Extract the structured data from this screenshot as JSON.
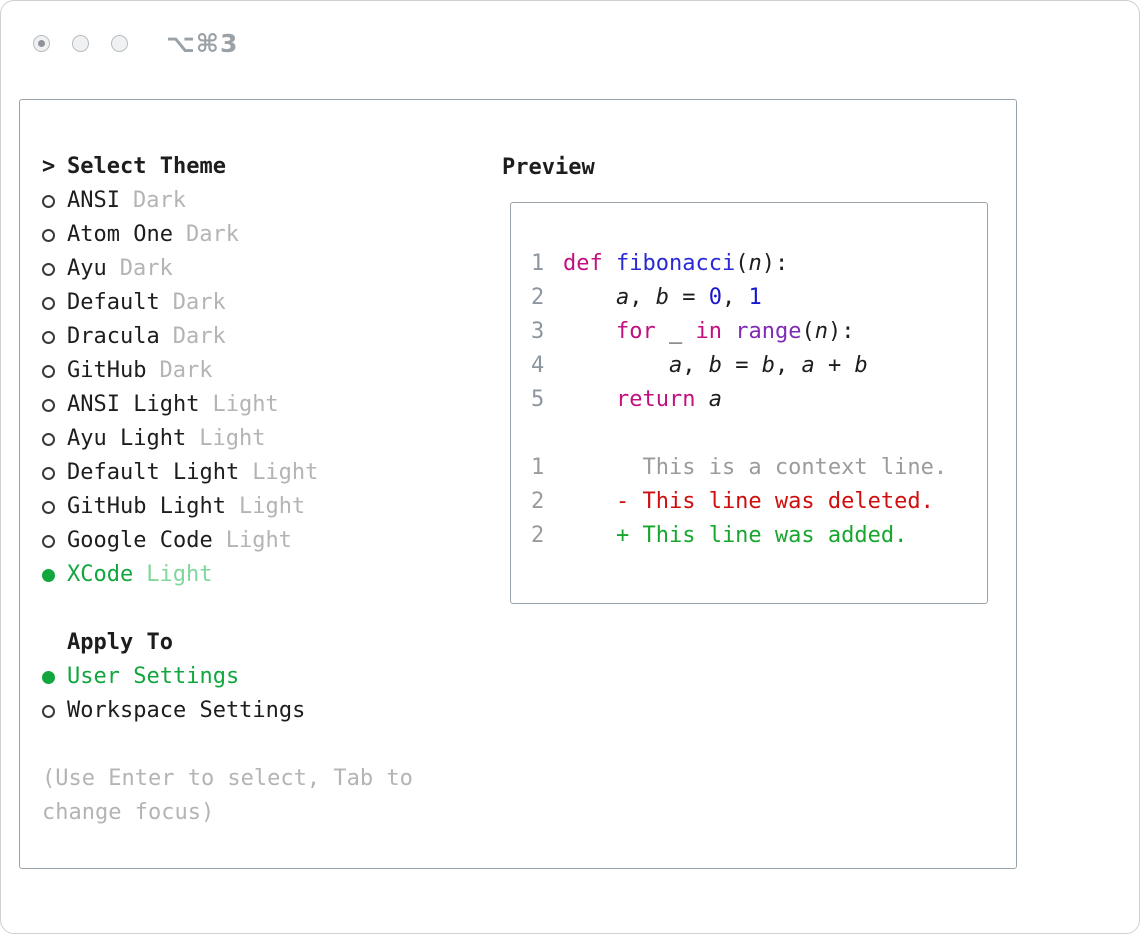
{
  "window": {
    "shortcut": "⌥⌘3"
  },
  "selector": {
    "cursor": ">",
    "title": "Select Theme",
    "themes": [
      {
        "name": "ANSI",
        "variant": "Dark",
        "selected": false
      },
      {
        "name": "Atom One",
        "variant": "Dark",
        "selected": false
      },
      {
        "name": "Ayu",
        "variant": "Dark",
        "selected": false
      },
      {
        "name": "Default",
        "variant": "Dark",
        "selected": false
      },
      {
        "name": "Dracula",
        "variant": "Dark",
        "selected": false
      },
      {
        "name": "GitHub",
        "variant": "Dark",
        "selected": false
      },
      {
        "name": "ANSI Light",
        "variant": "Light",
        "selected": false
      },
      {
        "name": "Ayu Light",
        "variant": "Light",
        "selected": false
      },
      {
        "name": "Default Light",
        "variant": "Light",
        "selected": false
      },
      {
        "name": "GitHub Light",
        "variant": "Light",
        "selected": false
      },
      {
        "name": "Google Code",
        "variant": "Light",
        "selected": false
      },
      {
        "name": "XCode",
        "variant": "Light",
        "selected": true
      }
    ],
    "apply_to_title": "Apply To",
    "apply_options": [
      {
        "label": "User Settings",
        "selected": true
      },
      {
        "label": "Workspace Settings",
        "selected": false
      }
    ],
    "help_lines": [
      "(Use Enter to select, Tab to",
      "change focus)"
    ]
  },
  "preview": {
    "title": "Preview",
    "code_lines": [
      {
        "no": "1",
        "tokens": [
          {
            "t": "def",
            "c": "kw"
          },
          {
            "t": " ",
            "c": "pl"
          },
          {
            "t": "fibonacci",
            "c": "fn"
          },
          {
            "t": "(",
            "c": "pl"
          },
          {
            "t": "n",
            "c": "var"
          },
          {
            "t": "):",
            "c": "pl"
          }
        ]
      },
      {
        "no": "2",
        "tokens": [
          {
            "t": "    ",
            "c": "pl"
          },
          {
            "t": "a",
            "c": "var"
          },
          {
            "t": ", ",
            "c": "pl"
          },
          {
            "t": "b",
            "c": "var"
          },
          {
            "t": " = ",
            "c": "pl"
          },
          {
            "t": "0",
            "c": "num"
          },
          {
            "t": ", ",
            "c": "pl"
          },
          {
            "t": "1",
            "c": "num"
          }
        ]
      },
      {
        "no": "3",
        "tokens": [
          {
            "t": "    ",
            "c": "pl"
          },
          {
            "t": "for",
            "c": "kw"
          },
          {
            "t": " _ ",
            "c": "pl"
          },
          {
            "t": "in",
            "c": "kw"
          },
          {
            "t": " ",
            "c": "pl"
          },
          {
            "t": "range",
            "c": "type"
          },
          {
            "t": "(",
            "c": "pl"
          },
          {
            "t": "n",
            "c": "var"
          },
          {
            "t": "):",
            "c": "pl"
          }
        ]
      },
      {
        "no": "4",
        "tokens": [
          {
            "t": "        ",
            "c": "pl"
          },
          {
            "t": "a",
            "c": "var"
          },
          {
            "t": ", ",
            "c": "pl"
          },
          {
            "t": "b",
            "c": "var"
          },
          {
            "t": " = ",
            "c": "pl"
          },
          {
            "t": "b",
            "c": "var"
          },
          {
            "t": ", ",
            "c": "pl"
          },
          {
            "t": "a",
            "c": "var"
          },
          {
            "t": " + ",
            "c": "pl"
          },
          {
            "t": "b",
            "c": "var"
          }
        ]
      },
      {
        "no": "5",
        "tokens": [
          {
            "t": "    ",
            "c": "pl"
          },
          {
            "t": "return",
            "c": "kw"
          },
          {
            "t": " ",
            "c": "pl"
          },
          {
            "t": "a",
            "c": "var"
          }
        ]
      }
    ],
    "diff_lines": [
      {
        "no": "1",
        "text": "      This is a context line.",
        "c": "ctx"
      },
      {
        "no": "2",
        "text": "    - This line was deleted.",
        "c": "del"
      },
      {
        "no": "2",
        "text": "    + This line was added.",
        "c": "add"
      }
    ]
  },
  "colors": {
    "accent": "#12a63e",
    "accent-soft": "#7fd79c",
    "text": "#1d1d1f",
    "muted": "#b4b4b4",
    "border": "#9aa3aa",
    "kw": "#c0117f",
    "fn": "#2a2ad4",
    "num": "#1717cf",
    "type": "#7f2bb5",
    "lineno": "#8d96a0",
    "ctx": "#9b9b9b",
    "del": "#cf0e0e",
    "add": "#18a62f"
  }
}
